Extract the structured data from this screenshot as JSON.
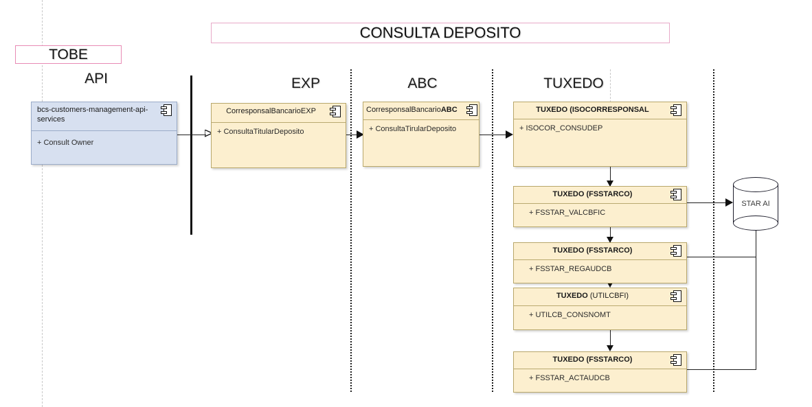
{
  "diagram": {
    "title": "CONSULTA DEPOSITO",
    "tobe_label": "TOBE",
    "colors": {
      "component_fill": "#fcefcf",
      "component_border": "#b8a76a",
      "api_fill": "#d7e0f0",
      "api_border": "#9aabc8",
      "banner_border": "#e8a9c8",
      "tobe_border": "#e88ab4",
      "connector": "#1d1d1d",
      "lane_divider": "#1b1b1b"
    }
  },
  "lanes": [
    {
      "id": "api",
      "label": "API"
    },
    {
      "id": "exp",
      "label": "EXP"
    },
    {
      "id": "abc",
      "label": "ABC"
    },
    {
      "id": "tuxedo",
      "label": "TUXEDO"
    }
  ],
  "components": [
    {
      "id": "bcs-customers-management-api-services",
      "lane": "api",
      "header": "bcs-customers-management-api-services",
      "header_bold": "",
      "operation": "+ Consult Owner",
      "icon": "uml-component-icon"
    },
    {
      "id": "corresponsal-bancario-exp",
      "lane": "exp",
      "header": "CorresponsalBancarioEXP",
      "header_bold": "",
      "operation": "+ ConsultaTitularDeposito",
      "icon": "uml-component-icon"
    },
    {
      "id": "corresponsal-bancario-abc",
      "lane": "abc",
      "header": "CorresponsalBancario",
      "header_bold": "ABC",
      "operation": "+ ConsultaTirularDeposito",
      "icon": "uml-component-icon"
    },
    {
      "id": "tuxedo-isocorresponsal",
      "lane": "tuxedo",
      "header": "",
      "header_bold": "TUXEDO (ISOCORRESPONSAL",
      "operation": "+ ISOCOR_CONSUDEP",
      "icon": "uml-component-icon"
    },
    {
      "id": "tuxedo-fsstarco-valcbfic",
      "lane": "tuxedo",
      "header": "",
      "header_bold": "TUXEDO (FSSTARCO)",
      "operation": "+   FSSTAR_VALCBFIC",
      "icon": "uml-component-icon"
    },
    {
      "id": "tuxedo-fsstarco-regaudcb",
      "lane": "tuxedo",
      "header": "",
      "header_bold": "TUXEDO (FSSTARCO)",
      "operation": "+   FSSTAR_REGAUDCB",
      "icon": "uml-component-icon"
    },
    {
      "id": "tuxedo-utilcbfi-consnomt",
      "lane": "tuxedo",
      "header": " (UTILCBFI)",
      "header_bold": "TUXEDO",
      "operation": "+   UTILCB_CONSNOMT",
      "icon": "uml-component-icon"
    },
    {
      "id": "tuxedo-fsstarco-actaudcb",
      "lane": "tuxedo",
      "header": "",
      "header_bold": "TUXEDO (FSSTARCO)",
      "operation": "+   FSSTAR_ACTAUDCB",
      "icon": "uml-component-icon"
    }
  ],
  "datastore": {
    "id": "star-ai",
    "label": "STAR AI",
    "icon": "database-cylinder-icon"
  }
}
